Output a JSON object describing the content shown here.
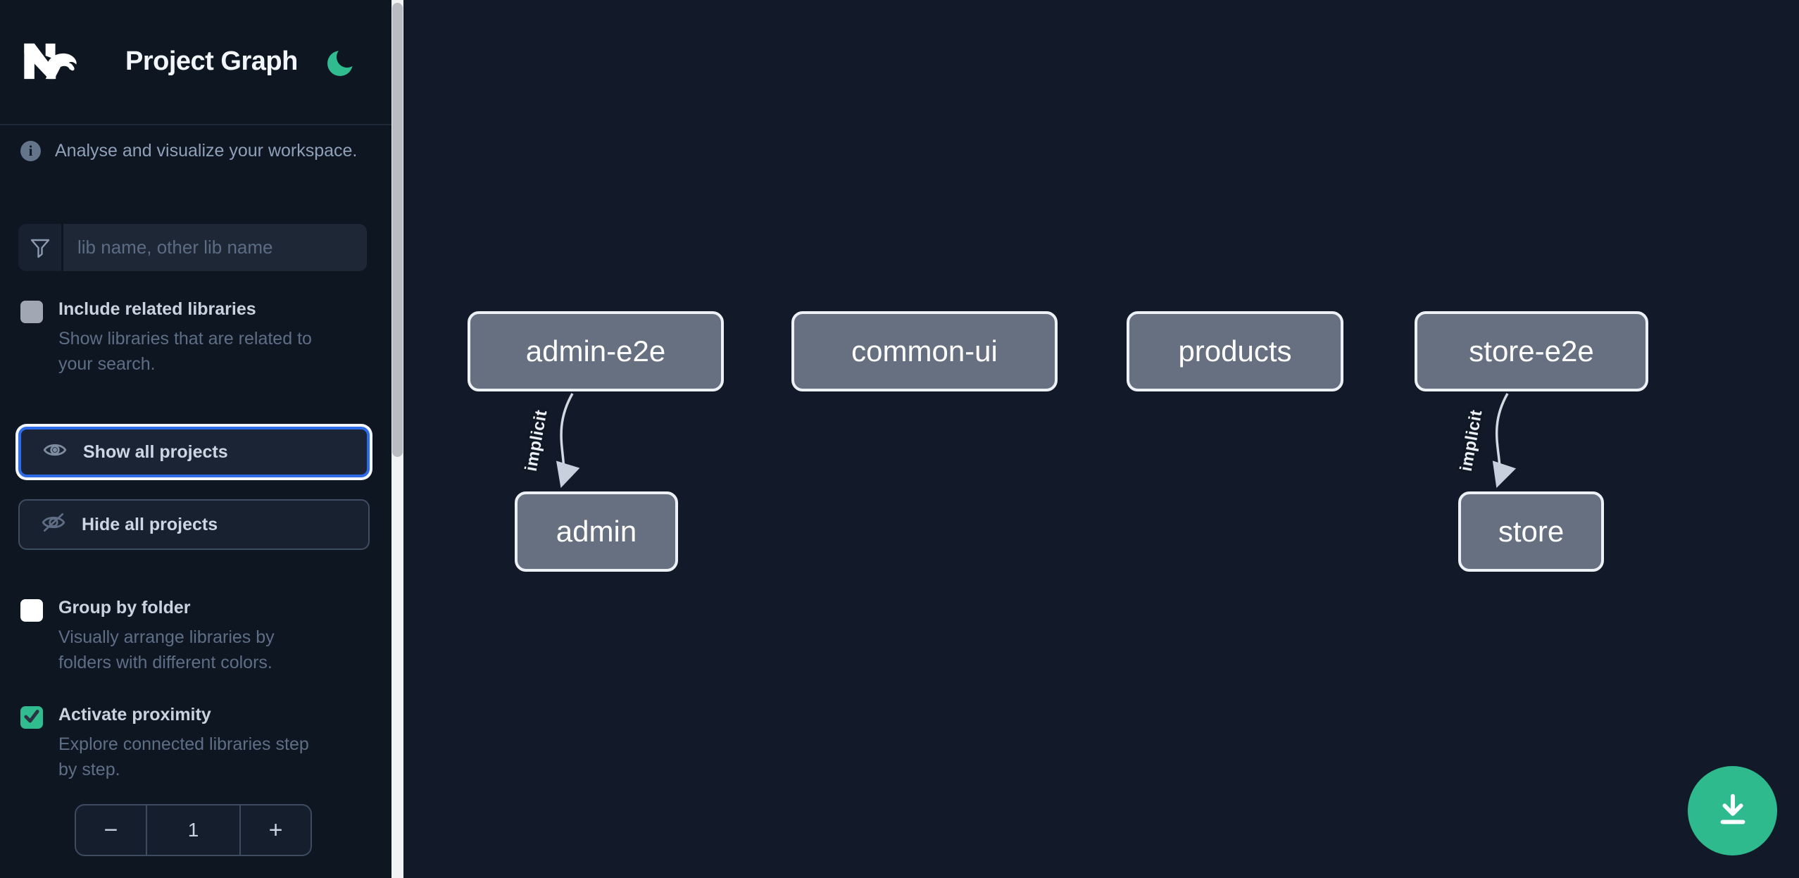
{
  "header": {
    "logo": "Nx",
    "title": "Project Graph",
    "theme_toggle": "dark-mode-moon"
  },
  "intro": {
    "text": "Analyse and visualize your workspace."
  },
  "search": {
    "placeholder": "lib name, other lib name",
    "value": ""
  },
  "options": [
    {
      "label": "Include related libraries",
      "description": "Show libraries that are related to\nyour search.",
      "checked": false
    },
    {
      "label": "Group by folder",
      "description": "Visually arrange libraries by\nfolders with different colors.",
      "checked": false
    },
    {
      "label": "Activate proximity",
      "description": "Explore connected libraries step\nby step.",
      "checked": true
    }
  ],
  "actions": {
    "show_all": "Show all projects",
    "hide_all": "Hide all projects"
  },
  "stepper": {
    "decrement": "−",
    "value": "1",
    "increment": "+"
  },
  "graph": {
    "nodes": [
      {
        "label": "admin-e2e"
      },
      {
        "label": "common-ui"
      },
      {
        "label": "products"
      },
      {
        "label": "store-e2e"
      },
      {
        "label": "admin"
      },
      {
        "label": "store"
      }
    ],
    "edges": [
      {
        "from": "admin-e2e",
        "to": "admin",
        "label": "implicit"
      },
      {
        "from": "store-e2e",
        "to": "store",
        "label": "implicit"
      }
    ]
  },
  "fab": {
    "icon": "download"
  },
  "colors": {
    "sidebar_bg": "#0e1621",
    "canvas_bg": "#121a29",
    "accent_green": "#2eba8c",
    "focus_blue": "#2e6be8",
    "node_fill": "#667080",
    "node_border": "#edf0f4",
    "edge": "#d2d9e3"
  }
}
